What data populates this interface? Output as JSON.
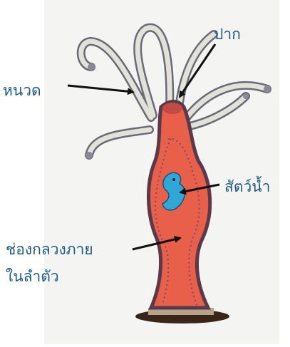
{
  "labels": {
    "mouth": "ปาก",
    "tentacle": "หนวด",
    "prey": "สัตว์น้ำ",
    "cavity_line1": "ช่องกลวงภาย",
    "cavity_line2": "ในลำตัว"
  },
  "icons": [
    "hydra-illustration",
    "arrow-icon"
  ],
  "colors": {
    "label_text": "#1e5a86",
    "body": "#e8604a",
    "tentacle": "#d9d9cf",
    "outline": "#5a3a4a",
    "prey": "#2fa8d8",
    "base": "#3a2618"
  }
}
